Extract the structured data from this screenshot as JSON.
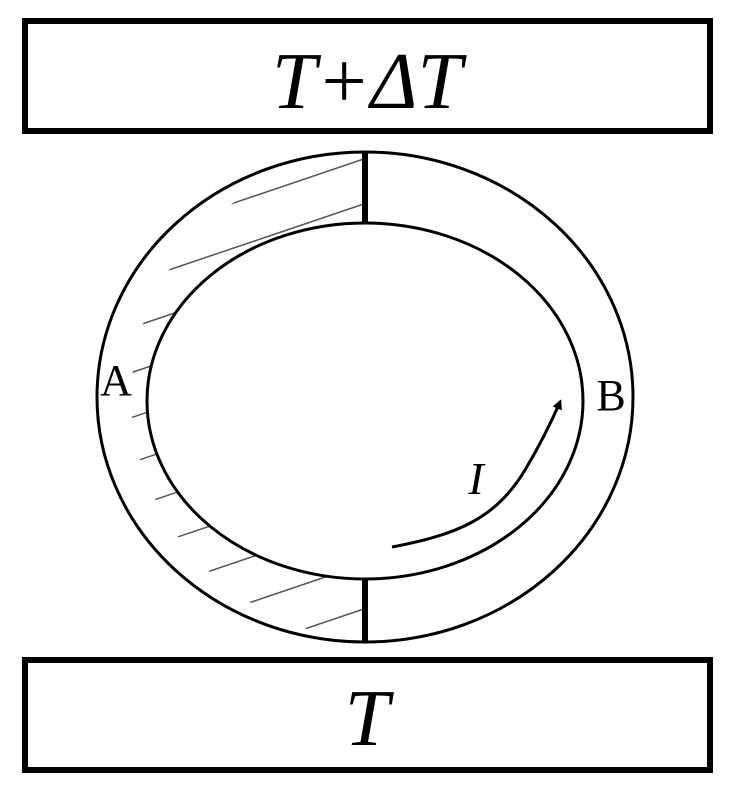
{
  "top_reservoir": {
    "label": "T+ΔT"
  },
  "bottom_reservoir": {
    "label": "T"
  },
  "junction_a": {
    "label": "A"
  },
  "junction_b": {
    "label": "B"
  },
  "current": {
    "label": "I"
  },
  "colors": {
    "stroke": "#000000",
    "background": "#ffffff"
  }
}
